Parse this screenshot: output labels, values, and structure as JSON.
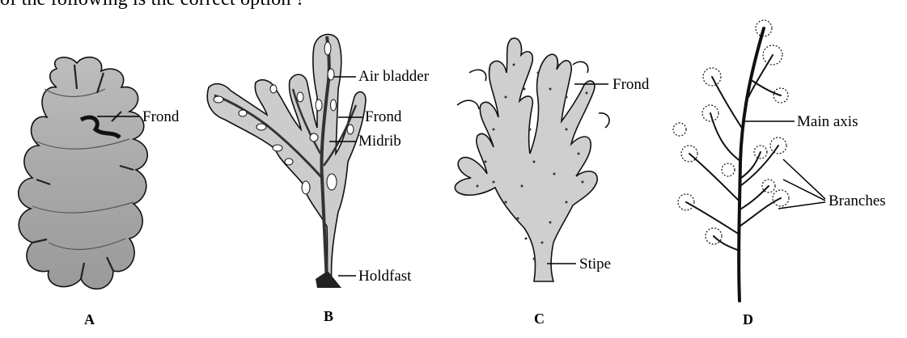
{
  "question_text": "of the following is the correct option ?",
  "figures": [
    {
      "caption": "A",
      "labels": [
        "Frond"
      ]
    },
    {
      "caption": "B",
      "labels": [
        "Air bladder",
        "Frond",
        "Midrib",
        "Holdfast"
      ]
    },
    {
      "caption": "C",
      "labels": [
        "Frond",
        "Stipe"
      ]
    },
    {
      "caption": "D",
      "labels": [
        "Main axis",
        "Branches"
      ]
    }
  ],
  "colors": {
    "thallus_fill": "#c8c8c8",
    "outline": "#111111",
    "midrib": "#3a3a3a"
  }
}
